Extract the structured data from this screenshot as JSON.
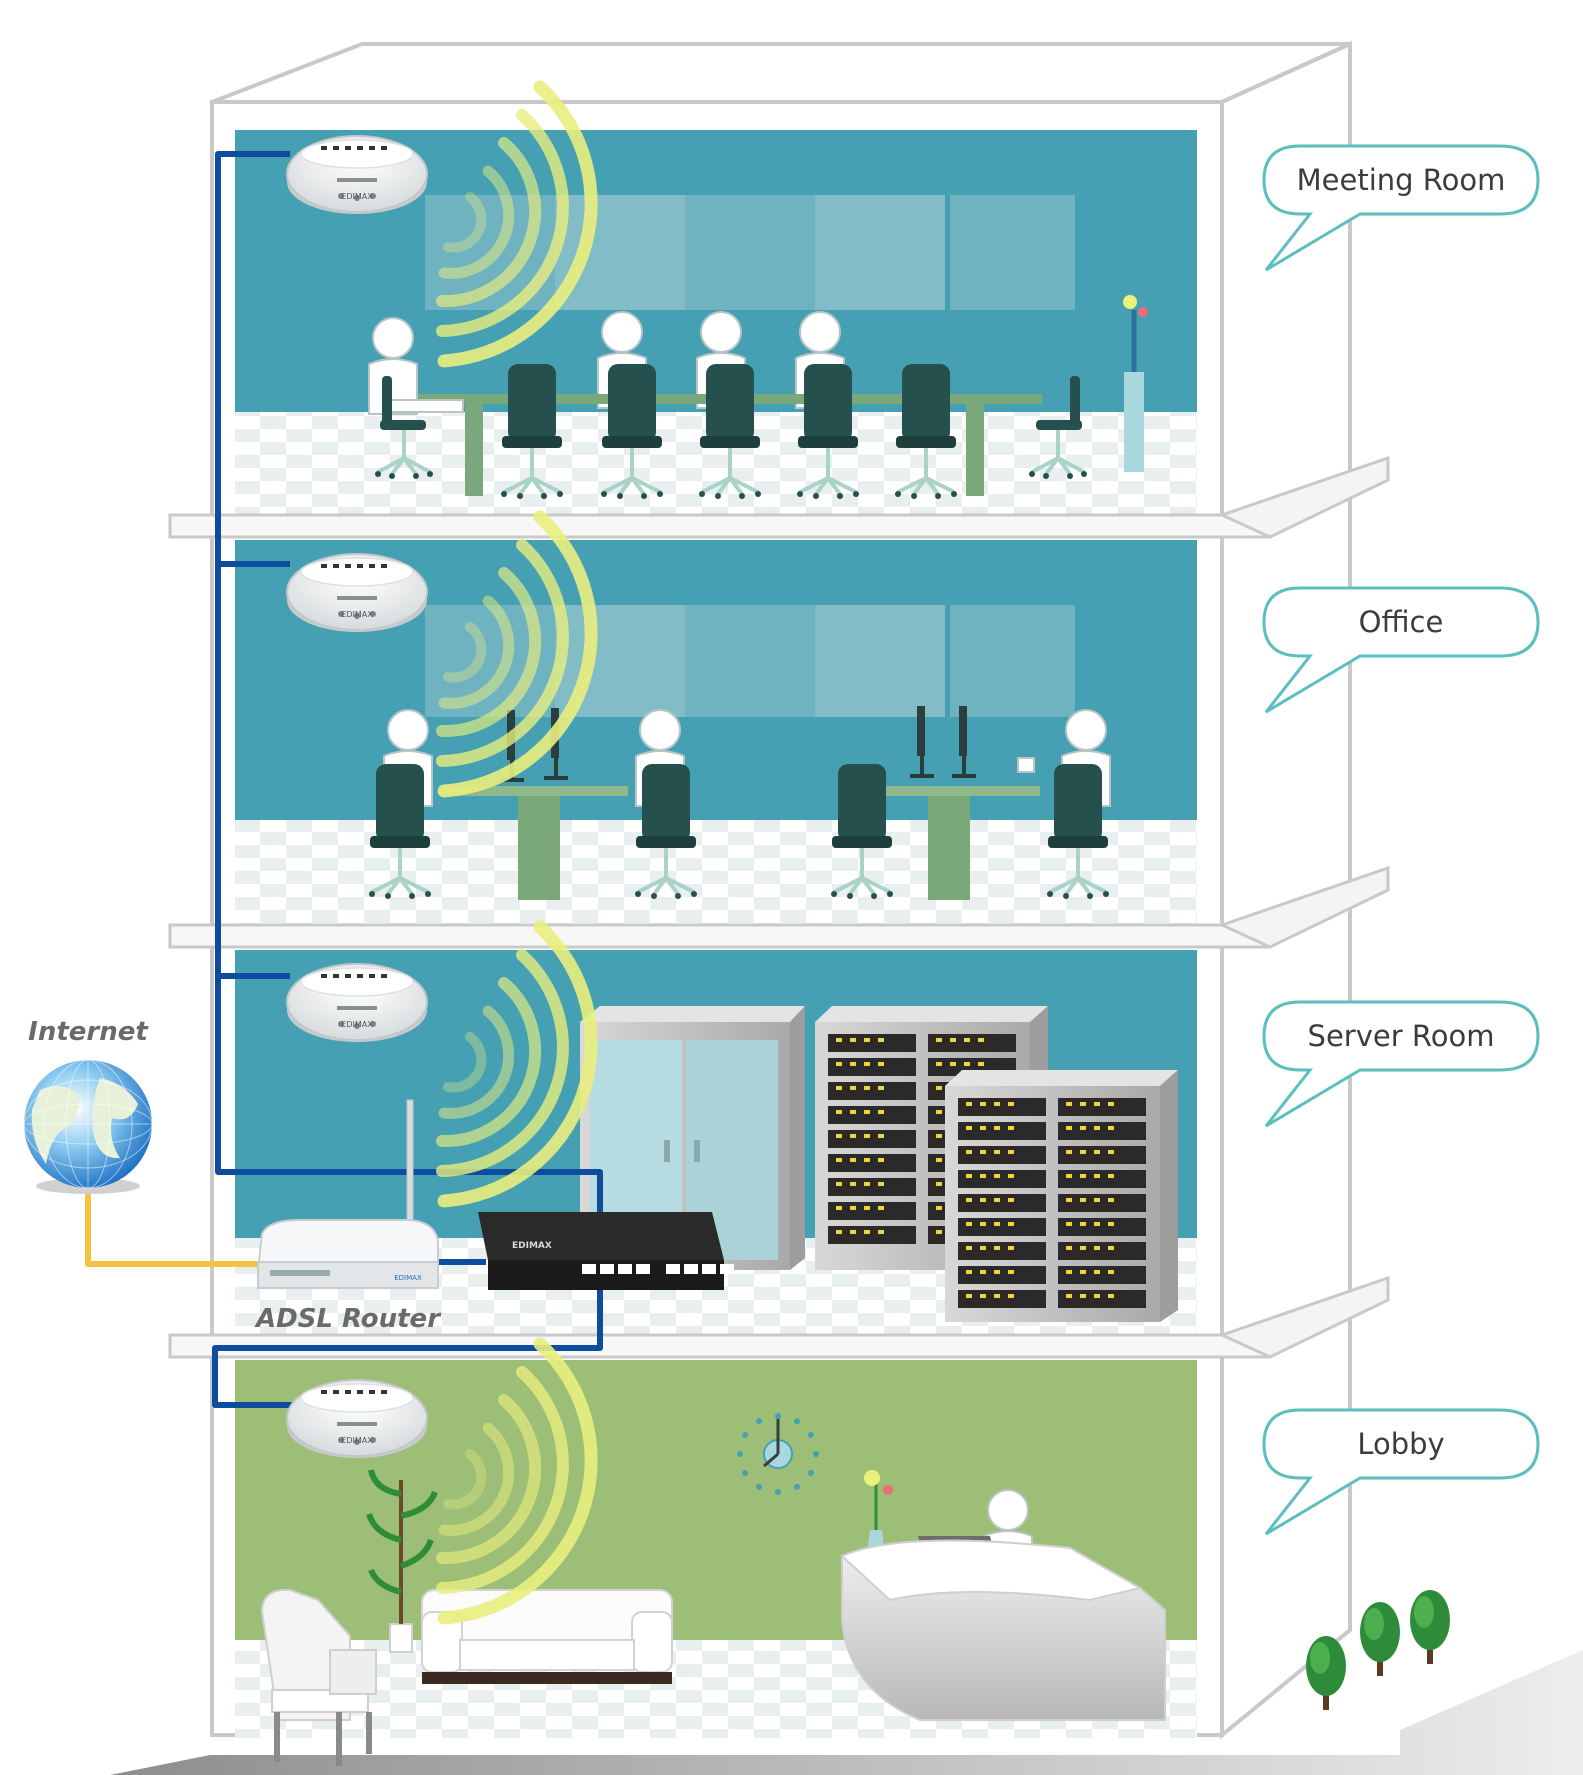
{
  "labels": {
    "internet": "Internet",
    "router": "ADSL Router",
    "brand": "EDIMAX"
  },
  "callouts": [
    {
      "text": "Meeting Room"
    },
    {
      "text": "Office"
    },
    {
      "text": "Server Room"
    },
    {
      "text": "Lobby"
    }
  ],
  "colors": {
    "wall_teal": "#44A0B2",
    "wall_green": "#9CBE76",
    "lan_cable": "#0E4D9E",
    "wan_cable": "#F5C242",
    "signal": "#E9EE7E",
    "callout_border": "#5BBFC0",
    "building_line": "#C9C9C9"
  },
  "icons": [
    "globe-icon",
    "access-point-icon",
    "router-icon",
    "switch-icon",
    "wifi-signal-icon",
    "server-rack-icon",
    "clock-icon",
    "person-icon",
    "chair-icon",
    "tree-icon",
    "sofa-icon",
    "laptop-icon",
    "flower-vase-icon",
    "plant-icon"
  ]
}
